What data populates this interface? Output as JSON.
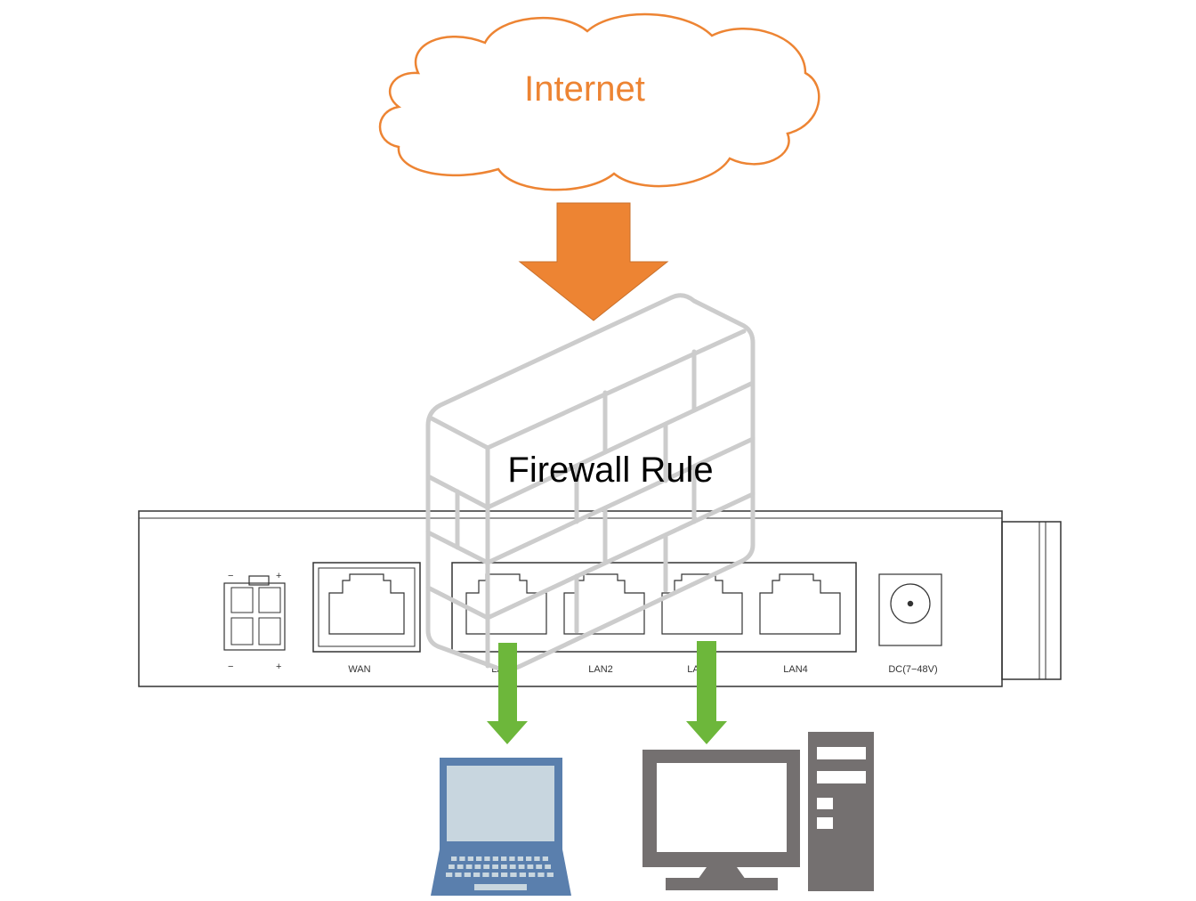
{
  "internet_label": "Internet",
  "firewall_label": "Firewall Rule",
  "router": {
    "ports": [
      "WAN",
      "LAN1",
      "LAN2",
      "LAN3",
      "LAN4"
    ],
    "dc_label": "DC(7−48V)",
    "power_signs": {
      "minus": "−",
      "plus": "+"
    }
  },
  "colors": {
    "internet": "#ED8433",
    "inbound_arrow": "#ED8433",
    "firewall": "#CCCCCC",
    "lan_arrows": "#6DB73B",
    "laptop": "#5A7FAD",
    "desktop": "#747070",
    "router_line": "#333333"
  },
  "icons": [
    "cloud-icon",
    "down-arrow-icon",
    "firewall-icon",
    "router-icon",
    "laptop-icon",
    "desktop-computer-icon"
  ]
}
